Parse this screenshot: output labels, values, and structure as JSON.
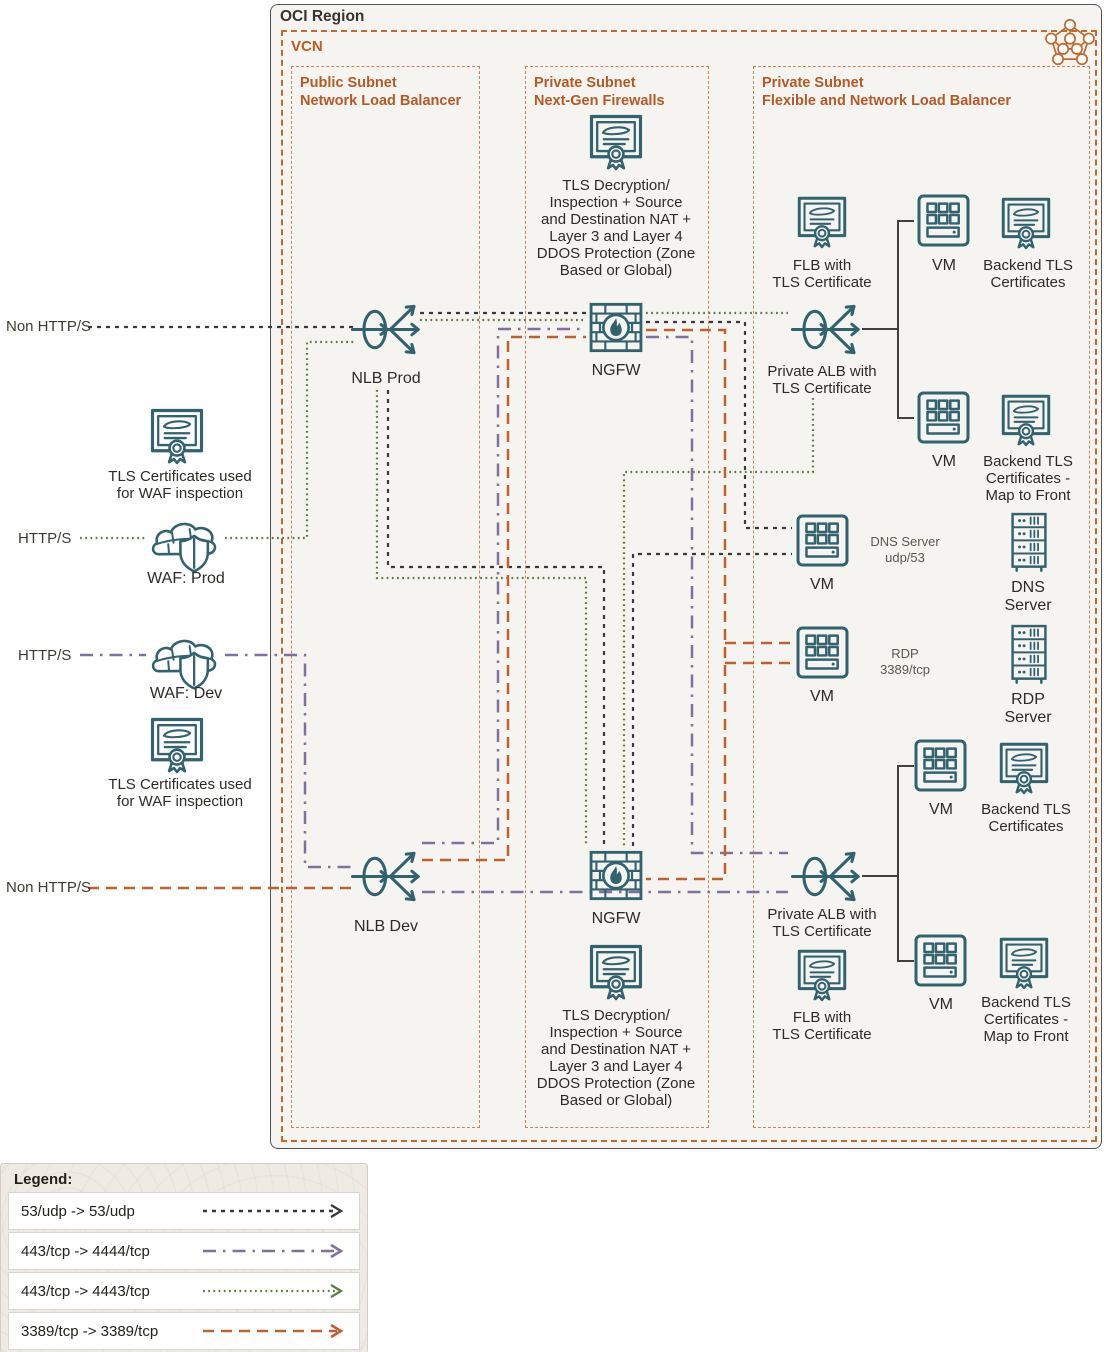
{
  "colors": {
    "icon_teal": "#33626f",
    "subnet_label_orange": "#b35a26",
    "vcn_border_orange": "#c4682f",
    "line_black": "#3a3a3a",
    "line_green": "#5d7c40",
    "line_purple": "#80709c",
    "line_orange": "#bd6130",
    "region_bg": "#f6f4f1"
  },
  "region": {
    "title": "OCI Region",
    "vcn_label": "VCN"
  },
  "subnets": [
    {
      "title": "Public Subnet\nNetwork Load Balancer"
    },
    {
      "title": "Private Subnet\nNext-Gen Firewalls"
    },
    {
      "title": "Private Subnet\nFlexible and Network Load Balancer"
    }
  ],
  "external": {
    "non_https_top": "Non HTTP/S",
    "https_prod": "HTTP/S",
    "https_dev": "HTTP/S",
    "non_https_bottom": "Non HTTP/S",
    "waf_cert_top": "TLS Certificates used\nfor WAF inspection",
    "waf_prod": "WAF: Prod",
    "waf_dev": "WAF: Dev",
    "waf_cert_bottom": "TLS Certificates used\nfor WAF inspection"
  },
  "nodes": {
    "tls_decrypt_top": "TLS Decryption/\nInspection +  Source\nand Destination NAT +\nLayer 3 and Layer 4\nDDOS Protection (Zone\nBased or Global)",
    "tls_decrypt_bottom": "TLS Decryption/\nInspection +  Source\nand Destination NAT +\nLayer 3 and Layer 4\nDDOS Protection (Zone\nBased or Global)",
    "nlb_prod": "NLB Prod",
    "nlb_dev": "NLB Dev",
    "ngfw_top": "NGFW",
    "ngfw_bottom": "NGFW",
    "alb_top": "Private ALB with\nTLS Certificate",
    "alb_bottom": "Private ALB with\nTLS Certificate",
    "flb_top": "FLB with\nTLS Certificate",
    "flb_bottom": "FLB with\nTLS Certificate",
    "vm": "VM",
    "backend_tls": "Backend TLS\nCertificates",
    "backend_tls_map": "Backend TLS\nCertificates -\nMap to Front",
    "dns_note": "DNS Server\nudp/53",
    "dns_server": "DNS\nServer",
    "rdp_note": "RDP\n3389/tcp",
    "rdp_server": "RDP\nServer"
  },
  "legend": {
    "title": "Legend:",
    "rows": [
      {
        "label": "53/udp -> 53/udp",
        "style": "dotted-black"
      },
      {
        "label": "443/tcp -> 4444/tcp",
        "style": "dashdot-purple"
      },
      {
        "label": "443/tcp -> 4443/tcp",
        "style": "dotted-green"
      },
      {
        "label": "3389/tcp -> 3389/tcp",
        "style": "dashed-orange"
      }
    ]
  }
}
